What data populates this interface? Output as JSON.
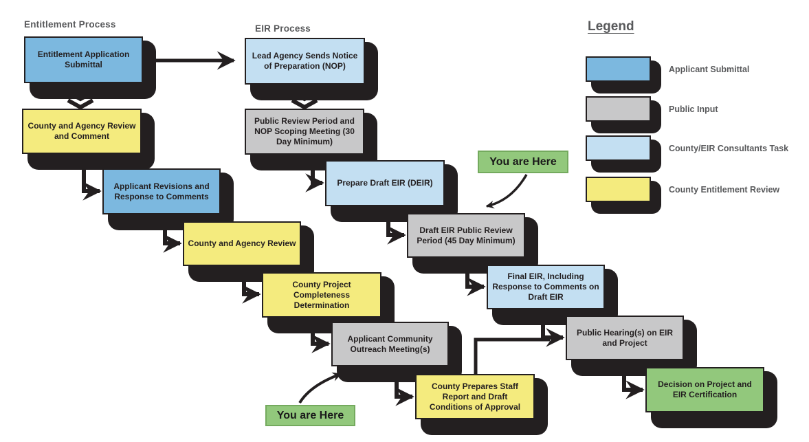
{
  "headings": {
    "entitlement": "Entitlement Process",
    "eir": "EIR Process"
  },
  "entitlement": {
    "steps": [
      {
        "label": "Entitlement Application Submittal",
        "category": "Applicant Submittal"
      },
      {
        "label": "County and Agency Review and Comment",
        "category": "County Entitlement Review"
      },
      {
        "label": "Applicant Revisions and Response to Comments",
        "category": "Applicant Submittal"
      },
      {
        "label": "County and Agency Review",
        "category": "County Entitlement Review"
      },
      {
        "label": "County Project Completeness Determination",
        "category": "County Entitlement Review"
      },
      {
        "label": "Applicant Community Outreach Meeting(s)",
        "category": "Public Input"
      },
      {
        "label": "County Prepares Staff Report and Draft Conditions of Approval",
        "category": "County Entitlement Review"
      }
    ]
  },
  "eir": {
    "steps": [
      {
        "label": "Lead Agency Sends Notice of Preparation (NOP)",
        "category": "County/EIR Consultants Task"
      },
      {
        "label": "Public Review Period and NOP Scoping Meeting  (30 Day Minimum)",
        "category": "Public Input"
      },
      {
        "label": "Prepare Draft EIR (DEIR)",
        "category": "County/EIR Consultants Task"
      },
      {
        "label": "Draft EIR Public Review Period (45 Day Minimum)",
        "category": "Public Input"
      },
      {
        "label": "Final EIR, Including Response to Comments on Draft EIR",
        "category": "County/EIR Consultants Task"
      },
      {
        "label": "Public Hearing(s) on EIR and Project",
        "category": "Public Input"
      },
      {
        "label": "Decision on Project and EIR Certification",
        "category": "Decision"
      }
    ]
  },
  "markers": {
    "top": "You are Here",
    "bottom": "You are Here"
  },
  "legend": {
    "title": "Legend",
    "items": [
      {
        "label": "Applicant Submittal",
        "color": "#7CB8DF"
      },
      {
        "label": "Public Input",
        "color": "#C8C8C9"
      },
      {
        "label": "County/EIR Consultants Task",
        "color": "#C3DFF2"
      },
      {
        "label": "County Entitlement Review",
        "color": "#F4EB7E"
      }
    ]
  },
  "colors": {
    "applicant_submittal": "#7CB8DF",
    "public_input": "#C8C8C9",
    "county_eir_consultants_task": "#C3DFF2",
    "county_entitlement_review": "#F4EB7E",
    "decision_green": "#92C87C",
    "ink": "#231F20",
    "heading_gray": "#58595B"
  }
}
